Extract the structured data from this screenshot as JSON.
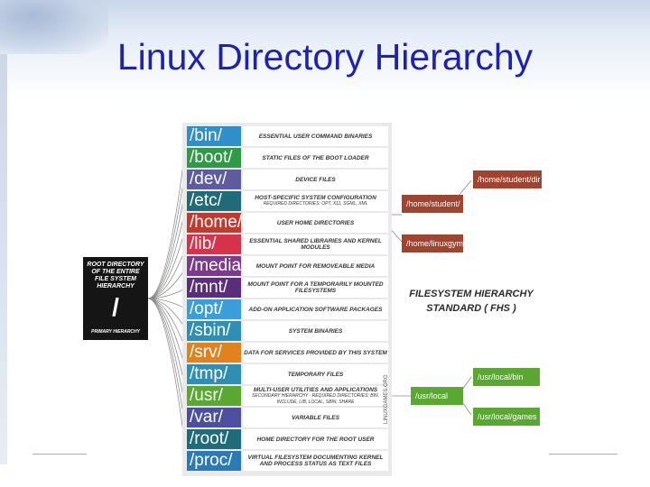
{
  "title": "Linux Directory Hierarchy",
  "root": {
    "title": "ROOT DIRECTORY OF THE ENTIRE FILE SYSTEM HIERARCHY",
    "symbol": "/",
    "subtitle": "PRIMARY HIERARCHY"
  },
  "directories": [
    {
      "name": "/bin/",
      "desc": "ESSENTIAL USER COMMAND BINARIES",
      "sub": "",
      "color": "#2f8fc9"
    },
    {
      "name": "/boot/",
      "desc": "STATIC FILES OF THE BOOT LOADER",
      "sub": "",
      "color": "#2f9a45"
    },
    {
      "name": "/dev/",
      "desc": "DEVICE FILES",
      "sub": "",
      "color": "#5e5b9e"
    },
    {
      "name": "/etc/",
      "desc": "HOST-SPECIFIC SYSTEM CONFIGURATION",
      "sub": "REQUIRED DIRECTORIES: OPT, X11, SGML, XML",
      "color": "#1f6b78"
    },
    {
      "name": "/home/",
      "desc": "USER HOME DIRECTORIES",
      "sub": "",
      "color": "#c23a2e"
    },
    {
      "name": "/lib/",
      "desc": "ESSENTIAL SHARED LIBRARIES AND KERNEL MODULES",
      "sub": "",
      "color": "#d8324a"
    },
    {
      "name": "/media/",
      "desc": "MOUNT POINT FOR REMOVEABLE MEDIA",
      "sub": "",
      "color": "#7b3a8c"
    },
    {
      "name": "/mnt/",
      "desc": "MOUNT POINT FOR A TEMPORARILY MOUNTED FILESYSTEMS",
      "sub": "",
      "color": "#5a2f7a"
    },
    {
      "name": "/opt/",
      "desc": "ADD-ON APPLICATION SOFTWARE PACKAGES",
      "sub": "",
      "color": "#3a9fd8"
    },
    {
      "name": "/sbin/",
      "desc": "SYSTEM BINARIES",
      "sub": "",
      "color": "#2e8fb2"
    },
    {
      "name": "/srv/",
      "desc": "DATA FOR SERVICES PROVIDED BY THIS SYSTEM",
      "sub": "",
      "color": "#e0831f"
    },
    {
      "name": "/tmp/",
      "desc": "TEMPORARY FILES",
      "sub": "",
      "color": "#2e8fb2"
    },
    {
      "name": "/usr/",
      "desc": "MULTI-USER UTILITIES AND APPLICATIONS",
      "sub": "SECONDARY HIERARCHY · REQUIRED DIRECTORIES: BIN, INCLUDE, LIB, LOCAL, SBIN, SHARE",
      "color": "#5aa832"
    },
    {
      "name": "/var/",
      "desc": "VARIABLE FILES",
      "sub": "",
      "color": "#4b4f9e"
    },
    {
      "name": "/root/",
      "desc": "HOME DIRECTORY FOR THE ROOT USER",
      "sub": "",
      "color": "#1f6b78"
    },
    {
      "name": "/proc/",
      "desc": "VIRTUAL FILESYSTEM DOCUMENTING KERNEL AND PROCESS STATUS AS TEXT FILES",
      "sub": "",
      "color": "#2a7ab8"
    }
  ],
  "fhs_label": "FILESYSTEM HIERARCHY STANDARD ( FHS )",
  "side_boxes": {
    "home_student_dir": "/home/student/dir",
    "home_student": "/home/student/",
    "home_linuxgym": "/home/linuxgym",
    "usr_local_bin": "/usr/local/bin",
    "usr_local": "/usr/local",
    "usr_local_games": "/usr/local/games"
  },
  "credit": "LINUXGAMES.ORG",
  "colors": {
    "title": "#1f23a8",
    "home_box": "#a0432f",
    "usr_box": "#5aa832"
  }
}
